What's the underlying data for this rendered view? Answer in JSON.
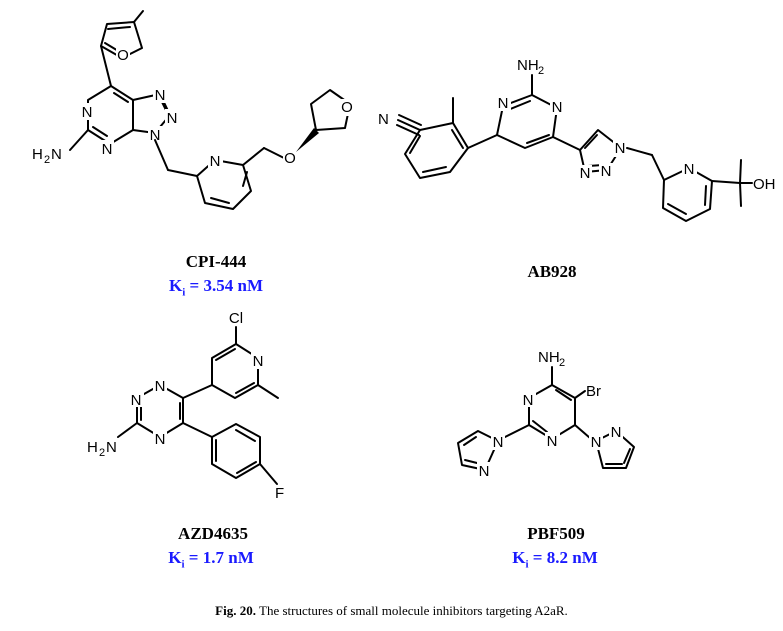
{
  "colors": {
    "ki": "#1a1aff",
    "text": "#000000",
    "background": "#ffffff"
  },
  "compounds": [
    {
      "name": "CPI-444",
      "ki_symbol": "K",
      "ki_sub": "i",
      "ki_value": " = 3.54 nM"
    },
    {
      "name": "AB928"
    },
    {
      "name": "AZD4635",
      "ki_symbol": "K",
      "ki_sub": "i",
      "ki_value": " = 1.7 nM"
    },
    {
      "name": "PBF509",
      "ki_symbol": "K",
      "ki_sub": "i",
      "ki_value": " = 8.2 nM"
    }
  ],
  "atom_labels": {
    "o": "O",
    "n": "N",
    "cl": "Cl",
    "br": "Br",
    "f": "F",
    "h2n": "H",
    "nh2": "NH",
    "two": "2",
    "oh": "OH"
  },
  "caption": {
    "label": "Fig. 20.",
    "text": " The structures of small molecule inhibitors targeting A2aR."
  }
}
